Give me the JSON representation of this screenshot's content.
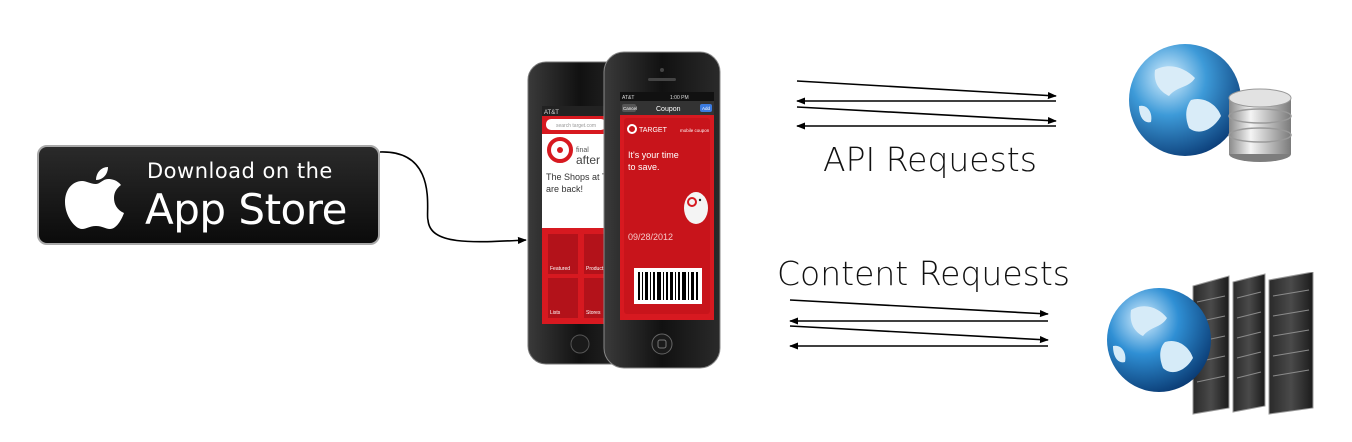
{
  "app_store_badge": {
    "line1": "Download on the",
    "line2": "App Store",
    "icon": "apple-logo-icon"
  },
  "phone": {
    "back_screen": {
      "carrier": "AT&T",
      "search_placeholder": "search target.com",
      "headline_line1": "The Shops at T",
      "headline_line2": "are back!",
      "promo_word1": "final",
      "promo_word2": "after",
      "tiles": [
        "Featured",
        "Products",
        "Lists",
        "Stores"
      ]
    },
    "front_screen": {
      "carrier": "AT&T",
      "time": "1:00 PM",
      "nav_left": "Cancel",
      "nav_title": "Coupon",
      "nav_right": "Add",
      "brand": "TARGET",
      "coupon_tag": "mobile coupon",
      "message_line1": "It's your time",
      "message_line2": "to save.",
      "date": "09/28/2012"
    }
  },
  "labels": {
    "api": "API Requests",
    "content": "Content Requests"
  },
  "icons": {
    "api_server": "globe-database-icon",
    "content_server": "globe-server-rack-icon"
  },
  "colors": {
    "target_red": "#d71920",
    "badge_bg": "#111111",
    "arrow": "#000000"
  }
}
